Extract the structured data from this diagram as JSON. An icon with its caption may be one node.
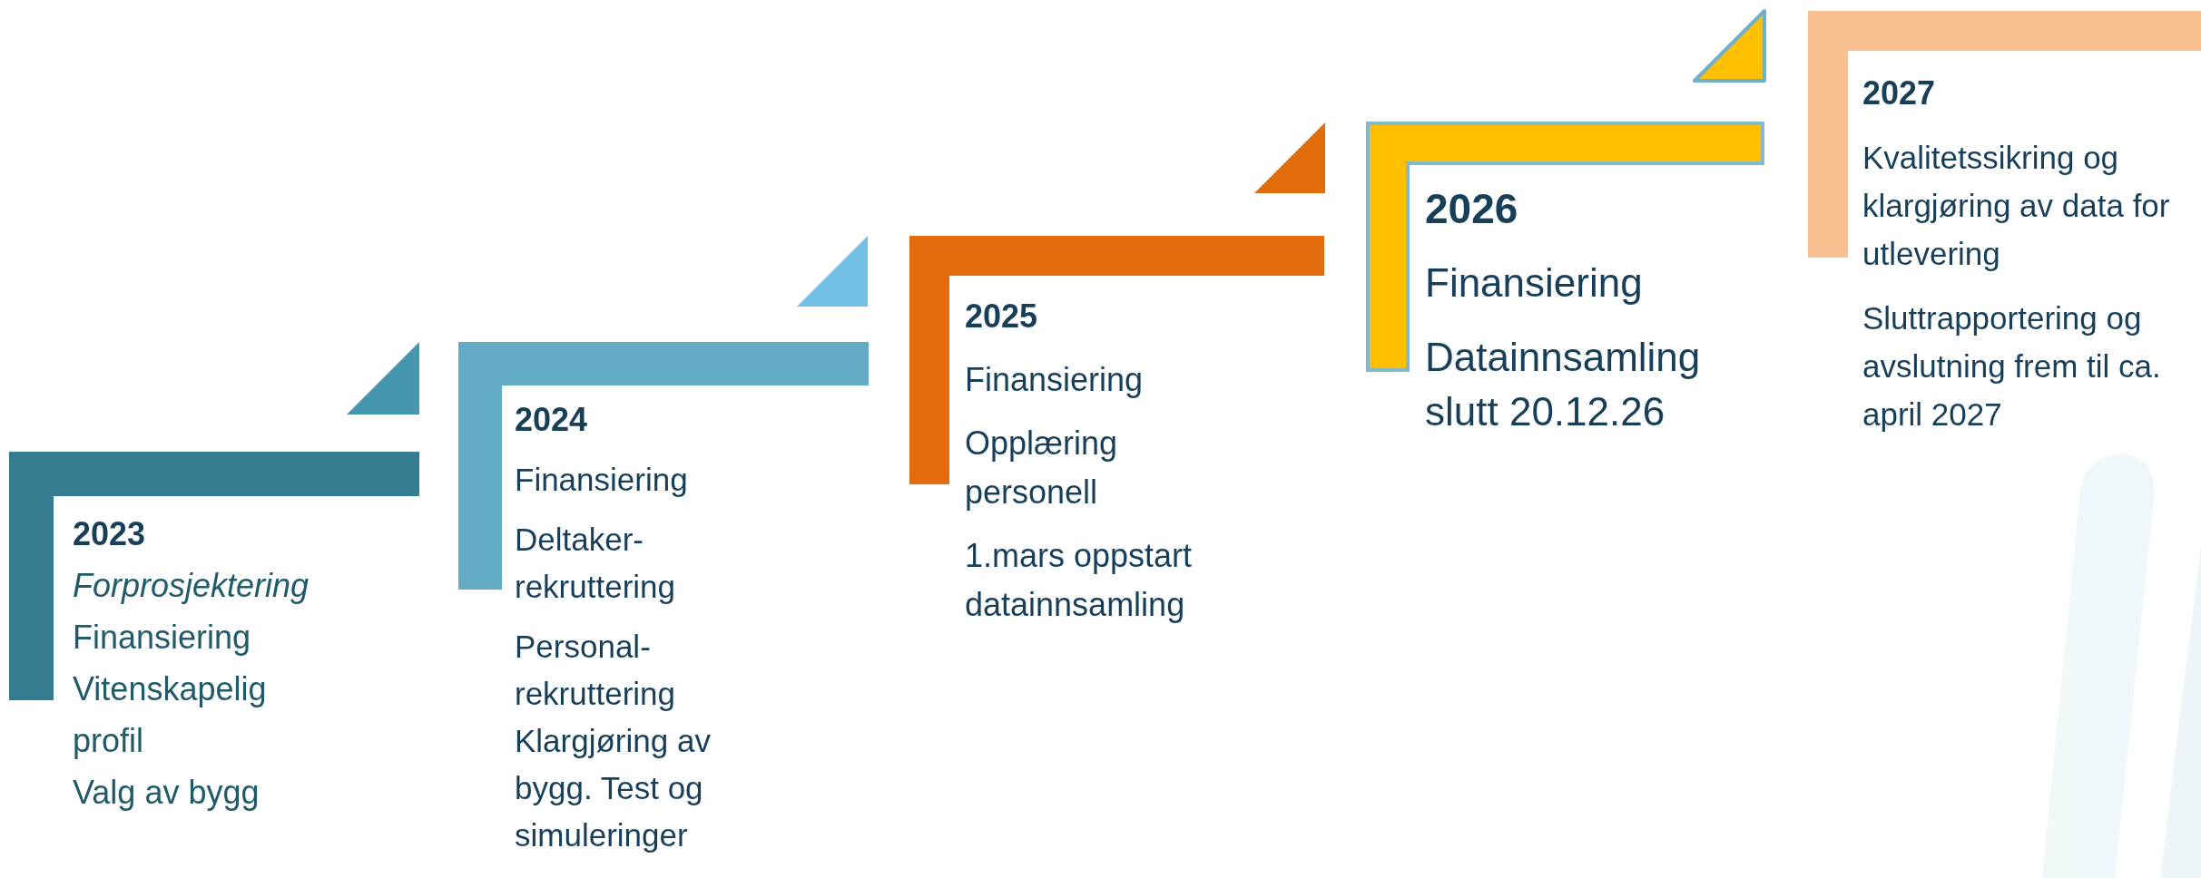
{
  "diagram": {
    "nodes": [
      {
        "text": [
          "2023",
          "*Forprosjektering*",
          "Finansiering",
          "Vitenskapelig profil",
          "Valg av bygg"
        ]
      },
      {
        "text": [
          "2024",
          "Finansiering",
          "Deltaker-rekruttering",
          "Personal-rekruttering Klargjøring av bygg. Test og simuleringer"
        ]
      },
      {
        "text": [
          "2025",
          "Finansiering",
          "Opplæring personell",
          "1.mars oppstart datainnsamling"
        ]
      },
      {
        "text": [
          "2026",
          "Finansiering",
          "Datainnsamling slutt 20.12.26"
        ]
      },
      {
        "text": [
          "2027",
          "Kvalitetssikring og klargjøring av data for utlevering",
          "Sluttrapportering og  avslutning frem til ca. april 2027"
        ]
      }
    ]
  }
}
